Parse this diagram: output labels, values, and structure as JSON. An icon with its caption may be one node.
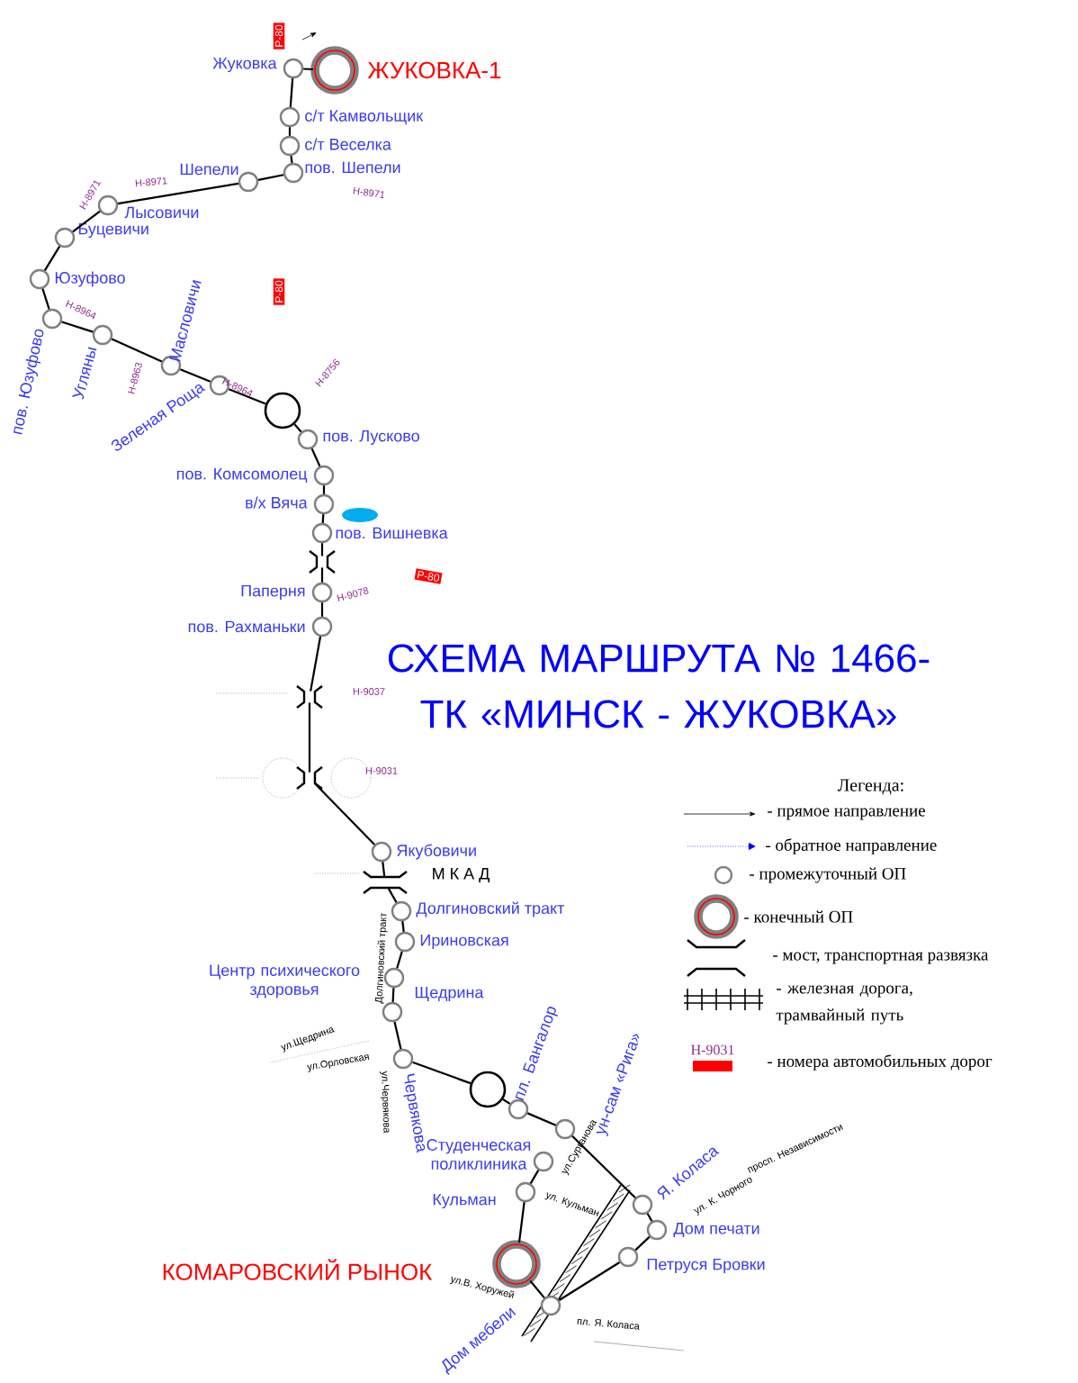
{
  "diagram": {
    "title": "СХЕМА МАРШРУТА № 1466-ТК «МИНСК - ЖУКОВКА»",
    "nodes": [
      {
        "text": [],
        "shape": "circle",
        "beside": [
          "ЖУКОВКА-1"
        ]
      },
      {
        "text": [],
        "shape": "circle",
        "beside": [
          "Жуковка"
        ]
      },
      {
        "text": [],
        "shape": "circle",
        "beside": [
          "с/т Камвольщик"
        ]
      },
      {
        "text": [],
        "shape": "circle",
        "beside": [
          "с/т Веселка"
        ]
      },
      {
        "text": [],
        "shape": "circle",
        "beside": [
          "пов. Шепели"
        ]
      },
      {
        "text": [],
        "shape": "circle",
        "beside": [
          "Шепели"
        ]
      },
      {
        "text": [],
        "shape": "circle",
        "beside": [
          "Лысовичи"
        ]
      },
      {
        "text": [],
        "shape": "circle",
        "beside": [
          "Буцевичи"
        ]
      },
      {
        "text": [],
        "shape": "circle",
        "beside": [
          "Юзуфово"
        ]
      },
      {
        "text": [],
        "shape": "circle",
        "beside": [
          "пов. Юзуфово"
        ]
      },
      {
        "text": [],
        "shape": "circle",
        "beside": [
          "Угляны"
        ]
      },
      {
        "text": [],
        "shape": "circle",
        "beside": [
          "Масловичи"
        ]
      },
      {
        "text": [],
        "shape": "circle",
        "beside": [
          "Зеленая Роща"
        ]
      },
      {
        "text": [],
        "shape": "circle"
      },
      {
        "text": [],
        "shape": "circle",
        "beside": [
          "пов. Лусково"
        ]
      },
      {
        "text": [],
        "shape": "circle",
        "beside": [
          "пов. Комсомолец"
        ]
      },
      {
        "text": [],
        "shape": "circle",
        "beside": [
          "в/х Вяча"
        ]
      },
      {
        "text": [],
        "shape": "circle",
        "beside": [
          "пов. Вишневка"
        ]
      },
      {
        "text": [],
        "shape": "circle",
        "beside": [
          "Паперня"
        ]
      },
      {
        "text": [],
        "shape": "circle",
        "beside": [
          "пов. Рахманьки"
        ]
      },
      {
        "text": [],
        "shape": "circle",
        "beside": [
          "Якубовичи"
        ]
      },
      {
        "text": [],
        "shape": "circle",
        "beside": [
          "Долгиновский тракт"
        ]
      },
      {
        "text": [],
        "shape": "circle",
        "beside": [
          "Ириновская"
        ]
      },
      {
        "text": [],
        "shape": "circle",
        "beside": [
          "Центр психического здоровья"
        ]
      },
      {
        "text": [],
        "shape": "circle",
        "beside": [
          "Щедрина"
        ]
      },
      {
        "text": [],
        "shape": "circle",
        "beside": [
          "Червякова"
        ]
      },
      {
        "text": [],
        "shape": "circle"
      },
      {
        "text": [],
        "shape": "circle",
        "beside": [
          "пл. Бангалор"
        ]
      },
      {
        "text": [],
        "shape": "circle",
        "beside": [
          "Студенческая поликлиника"
        ]
      },
      {
        "text": [],
        "shape": "circle",
        "beside": [
          "Кульман"
        ]
      },
      {
        "text": [],
        "shape": "circle",
        "beside": [
          "КОМАРОВСКИЙ РЫНОК"
        ]
      },
      {
        "text": [],
        "shape": "circle",
        "beside": [
          "Дом мебели"
        ]
      },
      {
        "text": [],
        "shape": "circle",
        "beside": [
          "ун-сам «Рига»"
        ]
      },
      {
        "text": [],
        "shape": "circle",
        "beside": [
          "Я. Коласа"
        ]
      },
      {
        "text": [],
        "shape": "circle",
        "beside": [
          "Дом печати"
        ]
      },
      {
        "text": [],
        "shape": "circle",
        "beside": [
          "Петруся Бровки"
        ]
      },
      {
        "text": [],
        "shape": "bridge"
      },
      {
        "text": [],
        "shape": "bridge"
      },
      {
        "text": [],
        "shape": "bridge"
      },
      {
        "text": [],
        "shape": "bridge"
      },
      {
        "text": [],
        "shape": "circle"
      },
      {
        "text": [],
        "shape": "circle"
      }
    ],
    "edges": [
      {
        "from": 0,
        "to": 1,
        "arrow": "none"
      },
      {
        "from": 1,
        "to": 2,
        "arrow": "none"
      },
      {
        "from": 2,
        "to": 3,
        "arrow": "none"
      },
      {
        "from": 3,
        "to": 4,
        "arrow": "none"
      },
      {
        "from": 4,
        "to": 5,
        "arrow": "none"
      },
      {
        "from": 5,
        "to": 6,
        "arrow": "none"
      },
      {
        "from": 6,
        "to": 7,
        "arrow": "none"
      },
      {
        "from": 7,
        "to": 8,
        "arrow": "none"
      },
      {
        "from": 8,
        "to": 9,
        "arrow": "none"
      },
      {
        "from": 9,
        "to": 10,
        "arrow": "none"
      },
      {
        "from": 10,
        "to": 11,
        "arrow": "none"
      },
      {
        "from": 11,
        "to": 12,
        "arrow": "none"
      },
      {
        "from": 12,
        "to": 13,
        "arrow": "none"
      },
      {
        "from": 13,
        "to": 14,
        "arrow": "none"
      },
      {
        "from": 14,
        "to": 15,
        "arrow": "none"
      },
      {
        "from": 15,
        "to": 16,
        "arrow": "none"
      },
      {
        "from": 16,
        "to": 17,
        "arrow": "none"
      },
      {
        "from": 17,
        "to": 36,
        "arrow": "none"
      },
      {
        "from": 36,
        "to": 18,
        "arrow": "none"
      },
      {
        "from": 18,
        "to": 19,
        "arrow": "none"
      },
      {
        "from": 19,
        "to": 37,
        "arrow": "none"
      },
      {
        "from": 37,
        "to": 38,
        "arrow": "none"
      },
      {
        "from": 38,
        "to": 20,
        "arrow": "none"
      },
      {
        "from": 20,
        "to": 39,
        "arrow": "none"
      },
      {
        "from": 39,
        "to": 21,
        "arrow": "none"
      },
      {
        "from": 21,
        "to": 22,
        "arrow": "none"
      },
      {
        "from": 22,
        "to": 23,
        "arrow": "none"
      },
      {
        "from": 23,
        "to": 24,
        "arrow": "none"
      },
      {
        "from": 24,
        "to": 25,
        "arrow": "none"
      },
      {
        "from": 25,
        "to": 26,
        "arrow": "none"
      },
      {
        "from": 26,
        "to": 27,
        "arrow": "none"
      },
      {
        "from": 27,
        "to": 32,
        "arrow": "none"
      },
      {
        "from": 32,
        "to": 33,
        "arrow": "none"
      },
      {
        "from": 33,
        "to": 34,
        "arrow": "none"
      },
      {
        "from": 34,
        "to": 35,
        "arrow": "none"
      },
      {
        "from": 35,
        "to": 31,
        "arrow": "none"
      },
      {
        "from": 31,
        "to": 30,
        "arrow": "none"
      },
      {
        "from": 30,
        "to": 29,
        "arrow": "none"
      },
      {
        "from": 29,
        "to": 28,
        "arrow": "none"
      }
    ],
    "labels": [
      "Р-80",
      "Н-8971",
      "Н-8971",
      "Н-8971",
      "Р-80",
      "Н-8964",
      "Н-8963",
      "Н-8964",
      "Н-8756",
      "Р-80",
      "Н-9078",
      "Н-9037",
      "Н-9031",
      "Легенда:",
      "М К А Д",
      "Долгиновский тракт",
      "ул.Щедрина",
      "ул.Орловская",
      "ул.Червякова",
      "ул.Сурганова",
      "ул. К. Чорного",
      "просп. Независимости",
      "ул. Кульман",
      "ул.В. Хоружей",
      "пл. Я. Коласа",
      "Н-9031"
    ],
    "legend": [
      {
        "text": "- прямое направление"
      },
      {
        "text": "- обратное направление"
      },
      {
        "text": "- промежуточный ОП"
      },
      {
        "text": "- конечный ОП"
      },
      {
        "text": "- мост, транспортная развязка"
      },
      {
        "text": "- железная дорога, трамвайный путь"
      },
      {
        "text": "- номера автомобильных дорог"
      }
    ]
  }
}
